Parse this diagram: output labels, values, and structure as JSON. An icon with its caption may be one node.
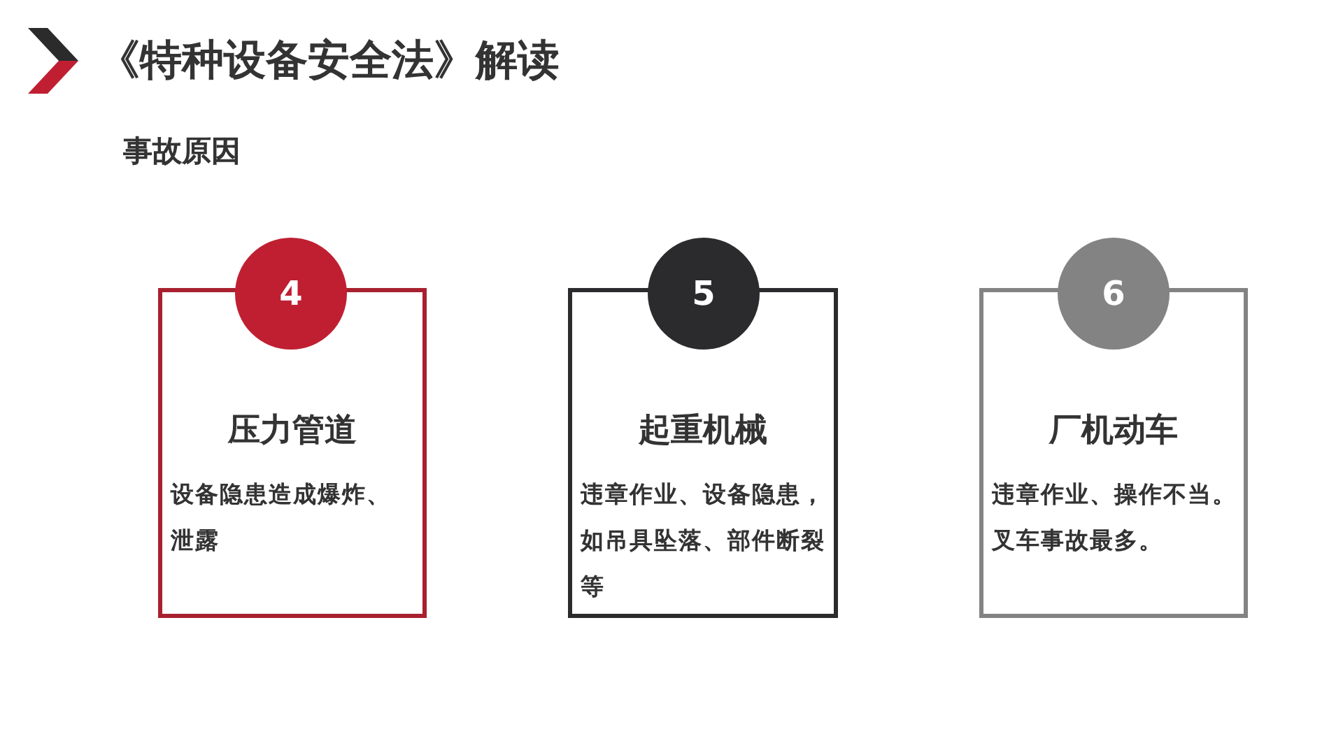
{
  "diagram": {
    "title": "《特种设备安全法》解读",
    "nodes": [
      {
        "text": [
          "4"
        ]
      },
      {
        "text": [
          "压力管道",
          "设备隐患造成爆炸、泄露"
        ]
      },
      {
        "text": [
          "5"
        ]
      },
      {
        "text": [
          "起重机械",
          "违章作业、设备隐患，如吊具坠落、部件断裂等"
        ]
      },
      {
        "text": [
          "6"
        ]
      },
      {
        "text": [
          "厂机动车",
          "违章作业、操作不当。叉车事故最多。"
        ]
      }
    ],
    "labels": [
      "事故原因"
    ]
  }
}
